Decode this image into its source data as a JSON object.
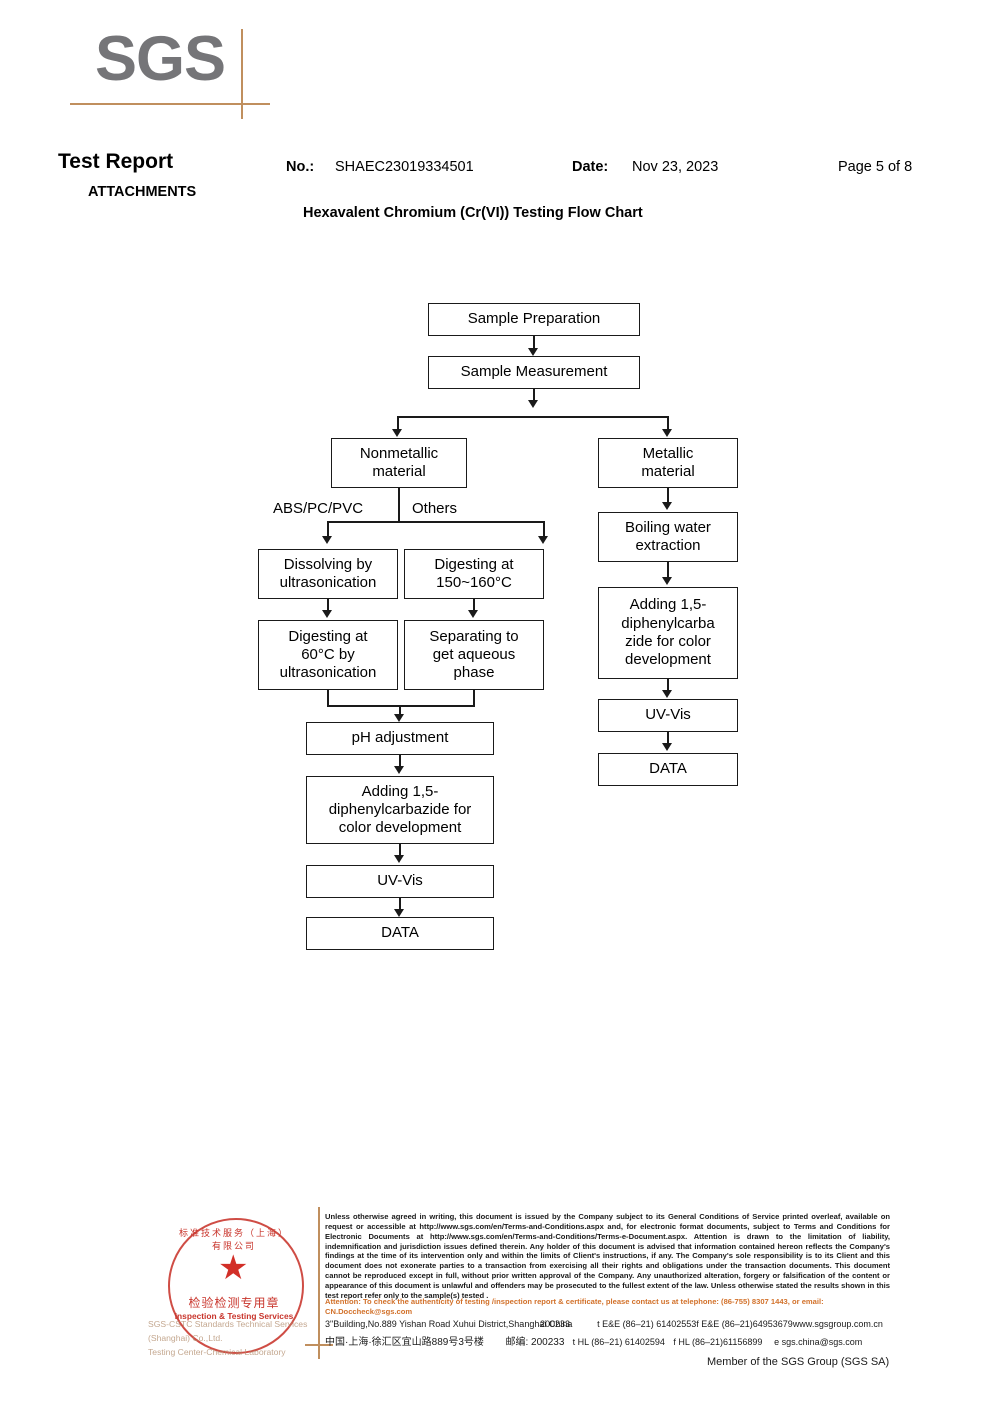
{
  "header": {
    "logo_text": "SGS",
    "report_title": "Test Report",
    "attachments_label": "ATTACHMENTS",
    "no_label": "No.:",
    "no_value": "SHAEC23019334501",
    "date_label": "Date:",
    "date_value": "Nov 23, 2023",
    "page_label": "Page 5 of 8",
    "chart_title": "Hexavalent Chromium (Cr(VI)) Testing Flow Chart"
  },
  "flowchart": {
    "nodes": {
      "sample_preparation": "Sample Preparation",
      "sample_measurement": "Sample Measurement",
      "nonmetallic_material": "Nonmetallic\nmaterial",
      "metallic_material": "Metallic\nmaterial",
      "dissolving_ultrasonication": "Dissolving by\nultrasonication",
      "digesting_150_160": "Digesting at\n150~160°C",
      "digesting_60_ultrasonication": "Digesting at\n60°C by\nultrasonication",
      "separating_aqueous": "Separating to\nget aqueous\nphase",
      "ph_adjustment": "pH adjustment",
      "adding_dpc_left": "Adding 1,5-\ndiphenylcarbazide for\ncolor development",
      "uv_vis_left": "UV-Vis",
      "data_left": "DATA",
      "boiling_water_extraction": "Boiling water\nextraction",
      "adding_dpc_right": "Adding 1,5-\ndiphenylcarba\nzide for color\ndevelopment",
      "uv_vis_right": "UV-Vis",
      "data_right": "DATA"
    },
    "edge_labels": {
      "abs_pc_pvc": "ABS/PC/PVC",
      "others": "Others"
    }
  },
  "seal": {
    "cn_top": "标准技术服务（上海）有限公司",
    "cn_mid": "检验检测专用章",
    "en_text": "Inspection & Testing Services",
    "star_glyph": "★"
  },
  "footer": {
    "company_faded_line1": "SGS-CSTC Standards Technical Services (Shanghai) Co.,Ltd.",
    "company_faded_line2": "Testing Center-Chemical Laboratory",
    "legal_text": "Unless otherwise agreed in writing, this document is issued by the Company subject to its General Conditions of Service printed overleaf, available on request or accessible at http://www.sgs.com/en/Terms-and-Conditions.aspx and, for electronic format documents, subject to Terms and Conditions for Electronic Documents at http://www.sgs.com/en/Terms-and-Conditions/Terms-e-Document.aspx. Attention is drawn to the limitation of liability, indemnification and jurisdiction issues defined therein. Any holder of this document is advised that information contained hereon reflects the Company's findings at the time of its intervention only and within the limits of Client's instructions, if any. The Company's sole responsibility is to its Client and this document does not exonerate parties to a transaction from exercising all their rights and obligations under the transaction documents. This document cannot be reproduced except in full, without prior written approval of the Company. Any unauthorized alteration, forgery or falsification of the content or appearance of this document is unlawful and offenders may be prosecuted to the fullest extent of the law. Unless otherwise stated the results shown in this test report refer only to the sample(s) tested .",
    "attention_text": "Attention: To check the authenticity of testing /inspection report & certificate, please contact us at telephone: (86-755) 8307 1443, or email: CN.Doccheck@sgs.com",
    "address_en": "3\"Building,No.889 Yishan Road Xuhui District,Shanghai China",
    "postcode_en": "200233",
    "tel_en": "t E&E (86–21) 61402553",
    "fax_en": "f E&E (86–21)64953679",
    "web_en": "www.sgsgroup.com.cn",
    "address_cn": "中国·上海·徐汇区宜山路889号3号楼",
    "postcode_cn_label": "邮编: 200233",
    "tel_cn": "t HL (86–21) 61402594",
    "fax_cn": "f HL (86–21)61156899",
    "email_cn": "e  sgs.china@sgs.com",
    "member_line": "Member of the SGS Group (SGS SA)"
  },
  "colors": {
    "sgs_grey": "#757578",
    "sgs_orange": "#c08f5e",
    "attention_orange": "#d2712a",
    "seal_red": "#c8342b"
  }
}
